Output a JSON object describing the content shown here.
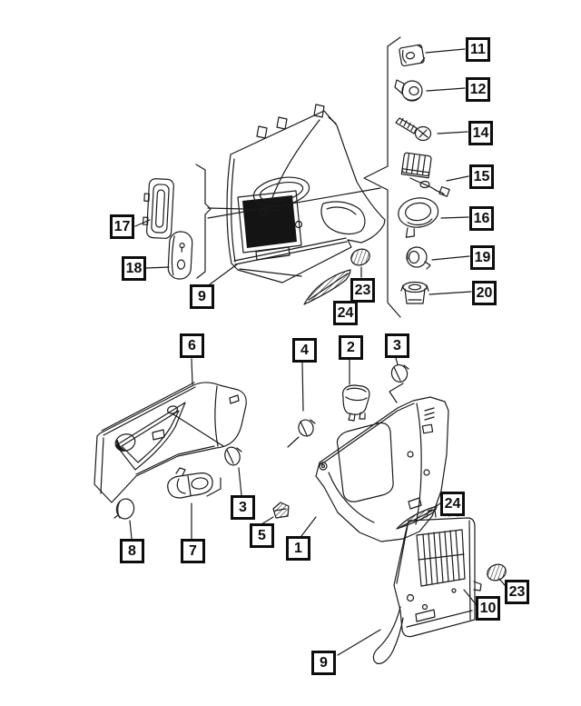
{
  "diagram": {
    "background": "#ffffff",
    "line_color": "#1a1a1a",
    "fill_dark": "#141414"
  },
  "callouts": [
    {
      "label": "11"
    },
    {
      "label": "12"
    },
    {
      "label": "14"
    },
    {
      "label": "15"
    },
    {
      "label": "16"
    },
    {
      "label": "19"
    },
    {
      "label": "20"
    },
    {
      "label": "17"
    },
    {
      "label": "18"
    },
    {
      "label": "9"
    },
    {
      "label": "23"
    },
    {
      "label": "24"
    },
    {
      "label": "6"
    },
    {
      "label": "4"
    },
    {
      "label": "2"
    },
    {
      "label": "3"
    },
    {
      "label": "3"
    },
    {
      "label": "5"
    },
    {
      "label": "1"
    },
    {
      "label": "8"
    },
    {
      "label": "7"
    },
    {
      "label": "24"
    },
    {
      "label": "10"
    },
    {
      "label": "23"
    },
    {
      "label": "9"
    }
  ]
}
